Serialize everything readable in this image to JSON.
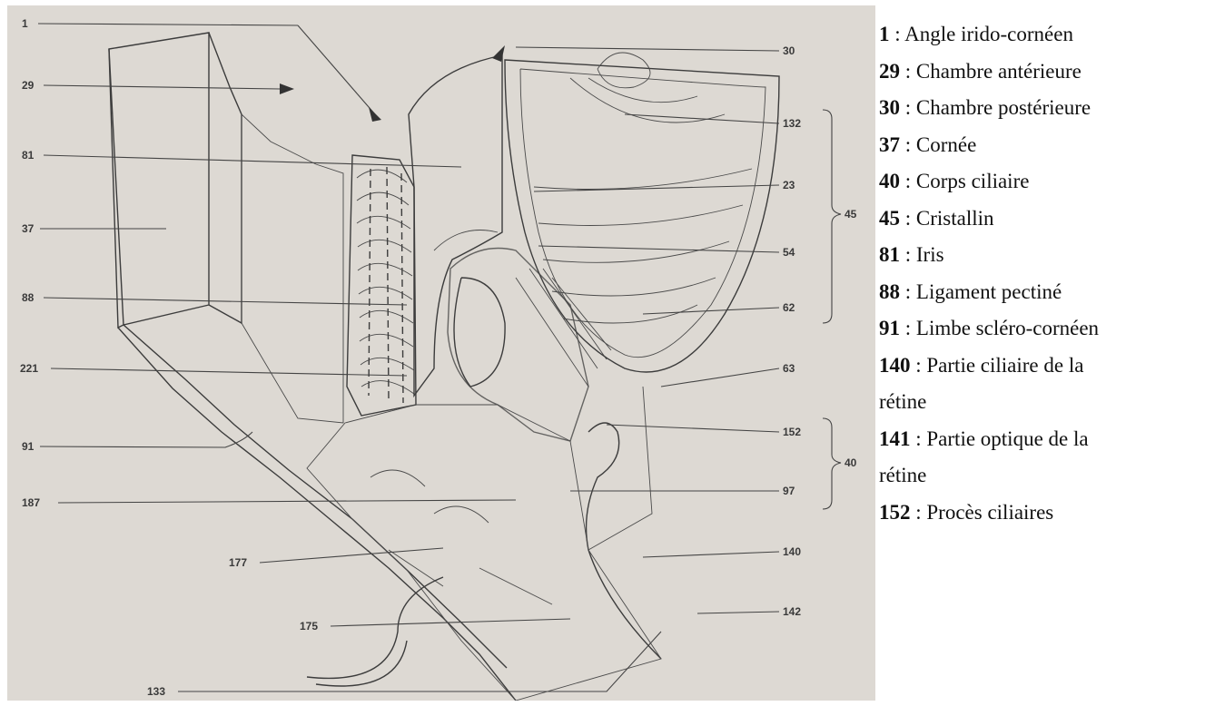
{
  "diagram": {
    "labels": {
      "l1": "1",
      "l29": "29",
      "l81": "81",
      "l37": "37",
      "l88": "88",
      "l221": "221",
      "l91": "91",
      "l187": "187",
      "l177": "177",
      "l175": "175",
      "l133": "133",
      "l30": "30",
      "l132": "132",
      "l23": "23",
      "l54": "54",
      "l62": "62",
      "l63": "63",
      "l152": "152",
      "l97": "97",
      "l140": "140",
      "l142": "142",
      "b45": "45",
      "b40": "40"
    }
  },
  "legend": [
    {
      "num": "1",
      "sep": " : ",
      "text": "Angle irido-cornéen"
    },
    {
      "num": "29",
      "sep": " : ",
      "text": "Chambre antérieure"
    },
    {
      "num": "30",
      "sep": " : ",
      "text": "Chambre postérieure"
    },
    {
      "num": "37",
      "sep": " : ",
      "text": "Cornée"
    },
    {
      "num": "40",
      "sep": " : ",
      "text": "Corps ciliaire"
    },
    {
      "num": "45",
      "sep": " : ",
      "text": "Cristallin"
    },
    {
      "num": "81",
      "sep": " : ",
      "text": "Iris"
    },
    {
      "num": "88",
      "sep": " : ",
      "text": "Ligament pectiné"
    },
    {
      "num": "91",
      "sep": " : ",
      "text": "Limbe scléro-cornéen"
    },
    {
      "num": "140",
      "sep": " : ",
      "text": "Partie ciliaire de la"
    },
    {
      "num": "",
      "sep": "",
      "text": "rétine"
    },
    {
      "num": "141",
      "sep": " : ",
      "text": "Partie optique de la"
    },
    {
      "num": "",
      "sep": "",
      "text": "rétine"
    },
    {
      "num": "152",
      "sep": " : ",
      "text": "Procès ciliaires"
    }
  ]
}
